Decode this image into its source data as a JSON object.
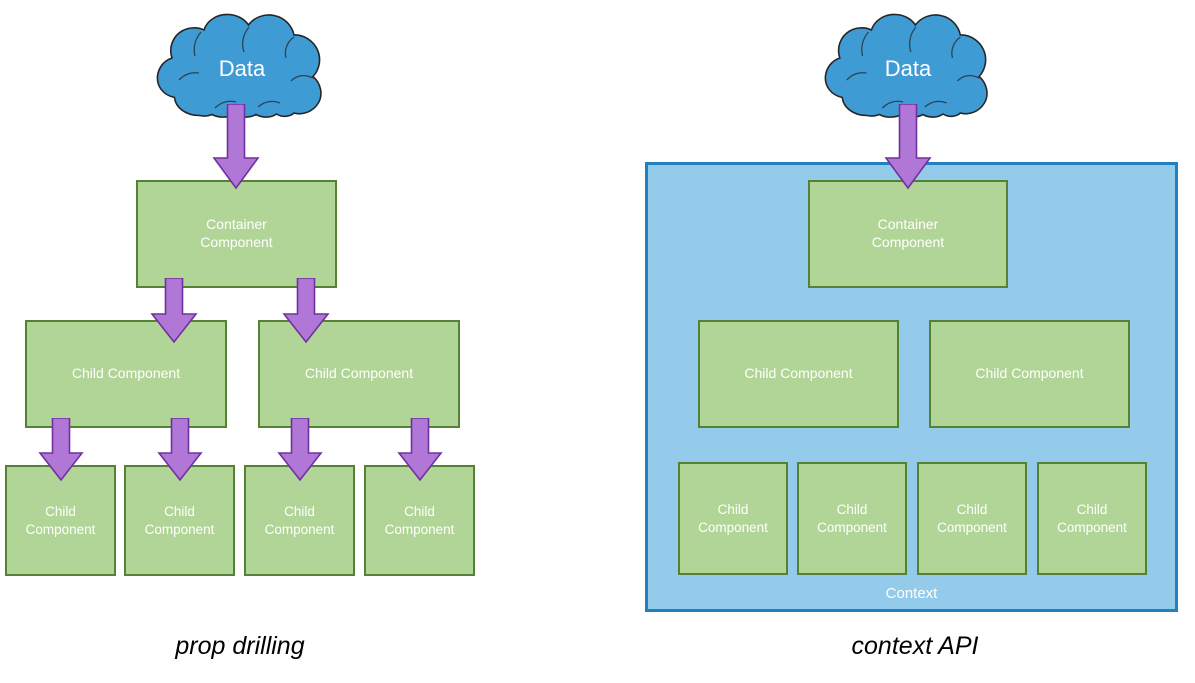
{
  "diagram": {
    "title_left": "prop drilling",
    "title_right": "context API",
    "colors": {
      "component_fill": "#b1d596",
      "component_border": "#548235",
      "cloud_fill": "#3f9bd4",
      "cloud_border": "#2b2b2b",
      "arrow_fill": "#b077d6",
      "arrow_border": "#7030a0",
      "context_fill": "#95cbea",
      "context_border": "#1f82bf",
      "text_on_shape": "#ffffff",
      "caption_text": "#000000"
    }
  },
  "left_panel": {
    "cloud_label": "Data",
    "container": {
      "line1": "Container",
      "line2": "Component"
    },
    "mid_row": [
      {
        "label": "Child Component"
      },
      {
        "label": "Child Component"
      }
    ],
    "bottom_row": [
      {
        "line1": "Child",
        "line2": "Component"
      },
      {
        "line1": "Child",
        "line2": "Component"
      },
      {
        "line1": "Child",
        "line2": "Component"
      },
      {
        "line1": "Child",
        "line2": "Component"
      }
    ],
    "caption": "prop drilling"
  },
  "right_panel": {
    "cloud_label": "Data",
    "context_label": "Context",
    "container": {
      "line1": "Container",
      "line2": "Component"
    },
    "mid_row": [
      {
        "label": "Child Component"
      },
      {
        "label": "Child Component"
      }
    ],
    "bottom_row": [
      {
        "line1": "Child",
        "line2": "Component"
      },
      {
        "line1": "Child",
        "line2": "Component"
      },
      {
        "line1": "Child",
        "line2": "Component"
      },
      {
        "line1": "Child",
        "line2": "Component"
      }
    ],
    "caption": "context API"
  },
  "arrows": {
    "left": [
      {
        "name": "arrow-cloud-to-container"
      },
      {
        "name": "arrow-container-to-child-1"
      },
      {
        "name": "arrow-container-to-child-2"
      },
      {
        "name": "arrow-child1-to-grandchild-1"
      },
      {
        "name": "arrow-child1-to-grandchild-2"
      },
      {
        "name": "arrow-child2-to-grandchild-3"
      },
      {
        "name": "arrow-child2-to-grandchild-4"
      }
    ],
    "right": [
      {
        "name": "arrow-cloud-to-container"
      }
    ]
  }
}
